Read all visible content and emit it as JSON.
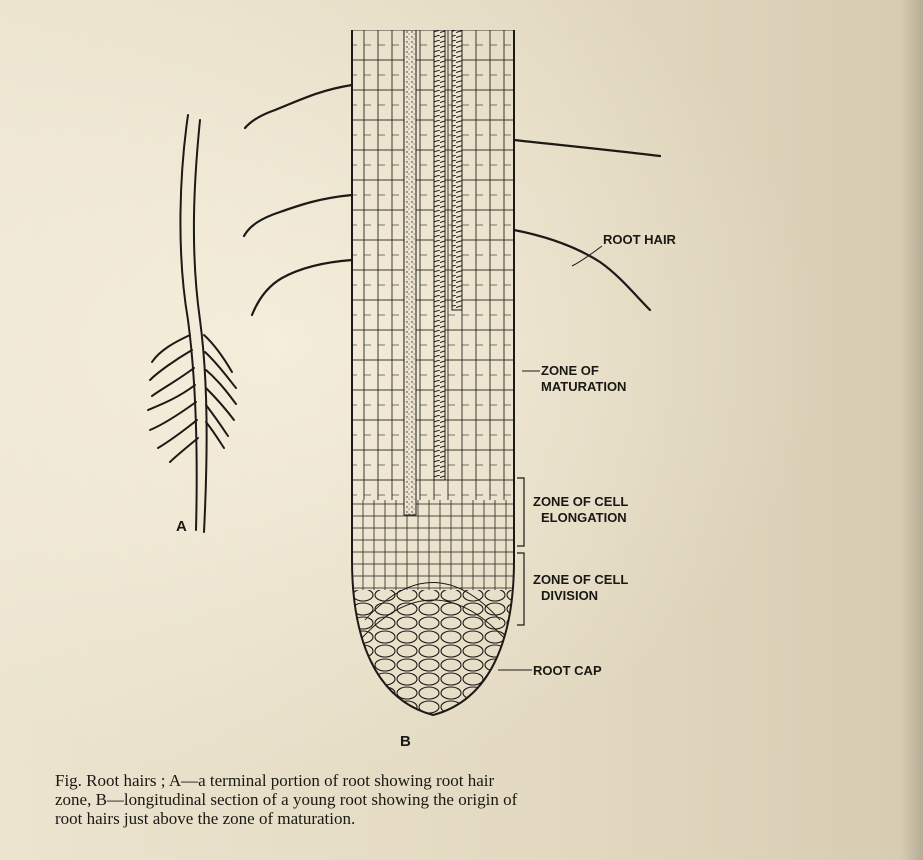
{
  "labels": {
    "root_hair": "ROOT HAIR",
    "zone_maturation_1": "ZONE OF",
    "zone_maturation_2": "MATURATION",
    "zone_elongation_1": "ZONE OF CELL",
    "zone_elongation_2": "ELONGATION",
    "zone_division_1": "ZONE OF CELL",
    "zone_division_2": "DIVISION",
    "root_cap": "ROOT CAP",
    "letter_a": "A",
    "letter_b": "B"
  },
  "caption": {
    "line1": "Fig.  Root hairs ; A—a terminal  portion of root showing root hair",
    "line2": "zone, B—longitudinal  section  of  a  young  root  showing the origin of",
    "line3": "root hairs just above the zone of maturation."
  },
  "colors": {
    "paper": "#e6ddc7",
    "ink": "#1c1a16"
  }
}
